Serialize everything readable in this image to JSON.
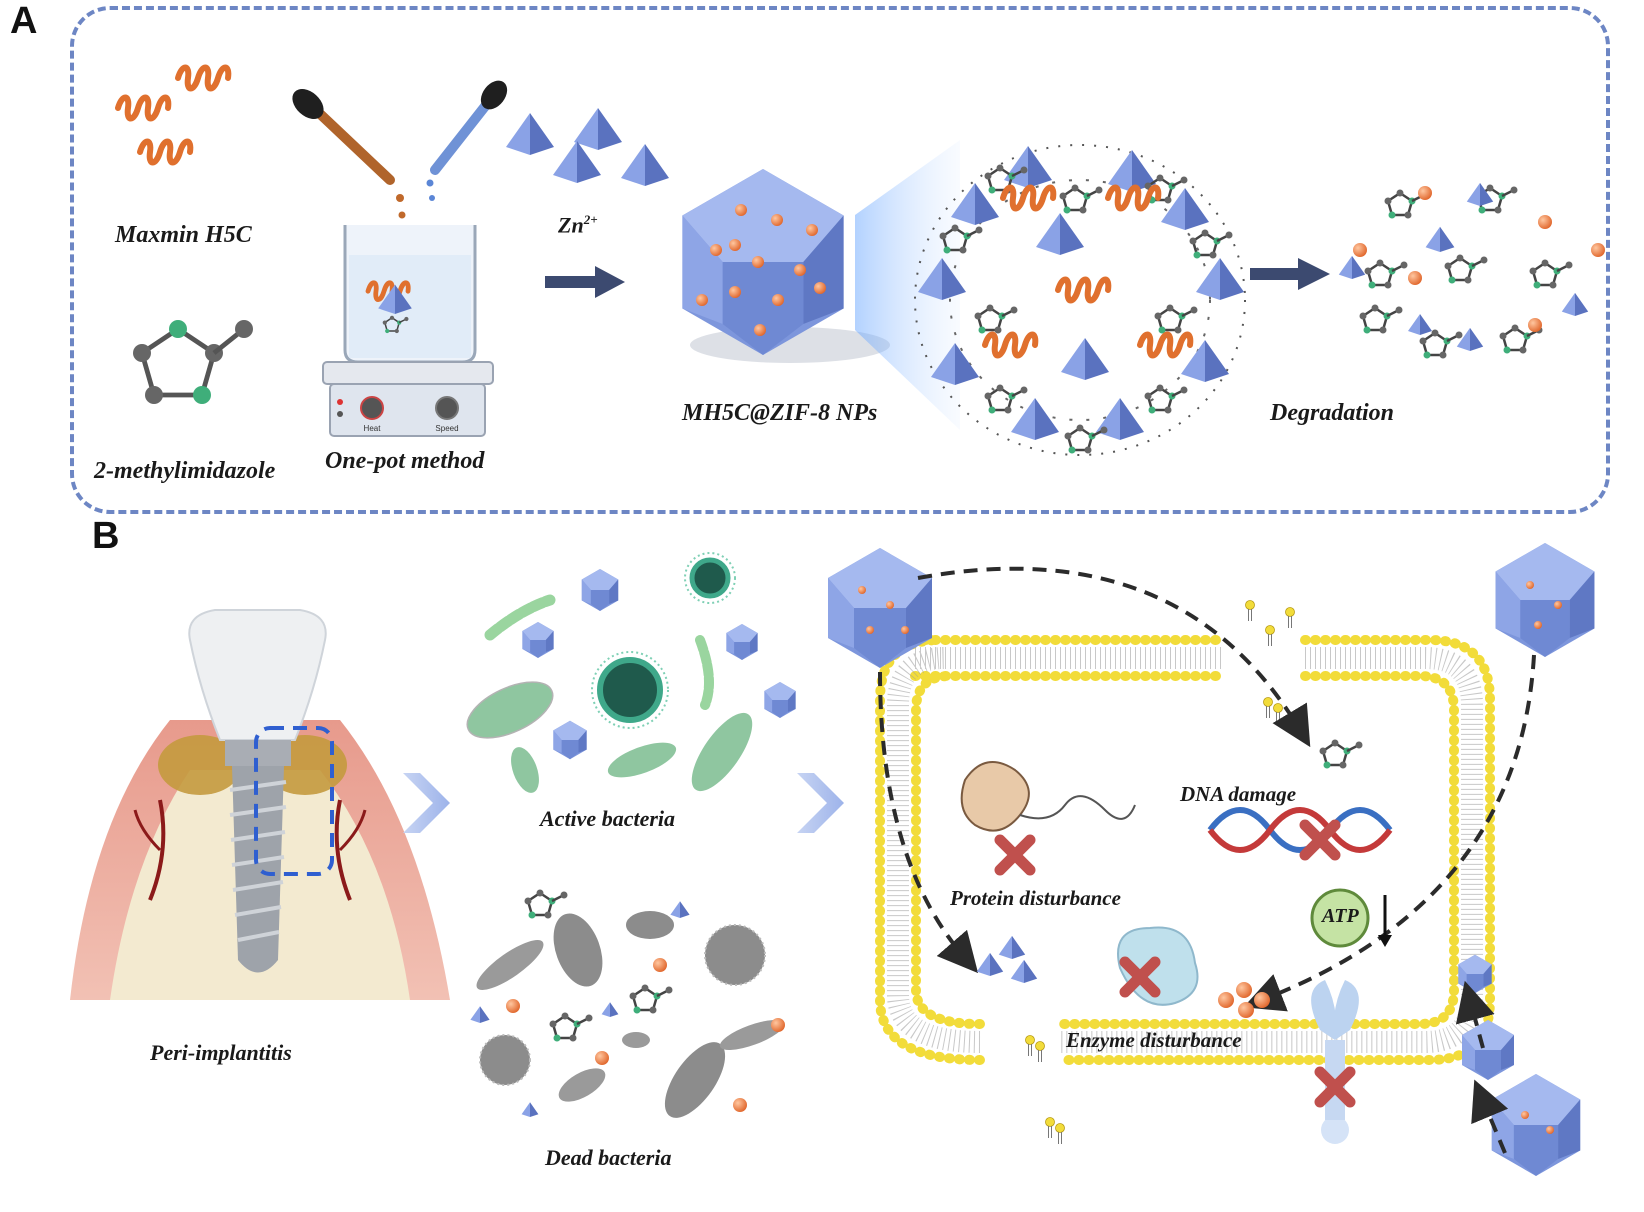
{
  "panel_a": {
    "letter": "A",
    "labels": {
      "peptide": "Maxmin H5C",
      "ligand": "2-methylimidazole",
      "method": "One-pot method",
      "zinc": "Zn",
      "zinc_charge": "2+",
      "nanoparticle": "MH5C@ZIF-8 NPs",
      "degradation": "Degradation"
    },
    "stirrer_labels": {
      "heat": "Heat",
      "speed": "Speed"
    }
  },
  "panel_b": {
    "letter": "B",
    "labels": {
      "disease": "Peri-implantitis",
      "active": "Active bacteria",
      "dead": "Dead bacteria",
      "protein": "Protein disturbance",
      "dna": "DNA damage",
      "atp": "ATP",
      "enzyme": "Enzyme disturbance"
    }
  },
  "colors": {
    "frame": "#6d86c4",
    "crystal": "#7f97dd",
    "particle": "#e9773b",
    "peptide": "#e0702e",
    "membrane_head": "#f2dc3a",
    "inhibit": "#c0504d",
    "bacteria_green": "#8fc6a0"
  }
}
